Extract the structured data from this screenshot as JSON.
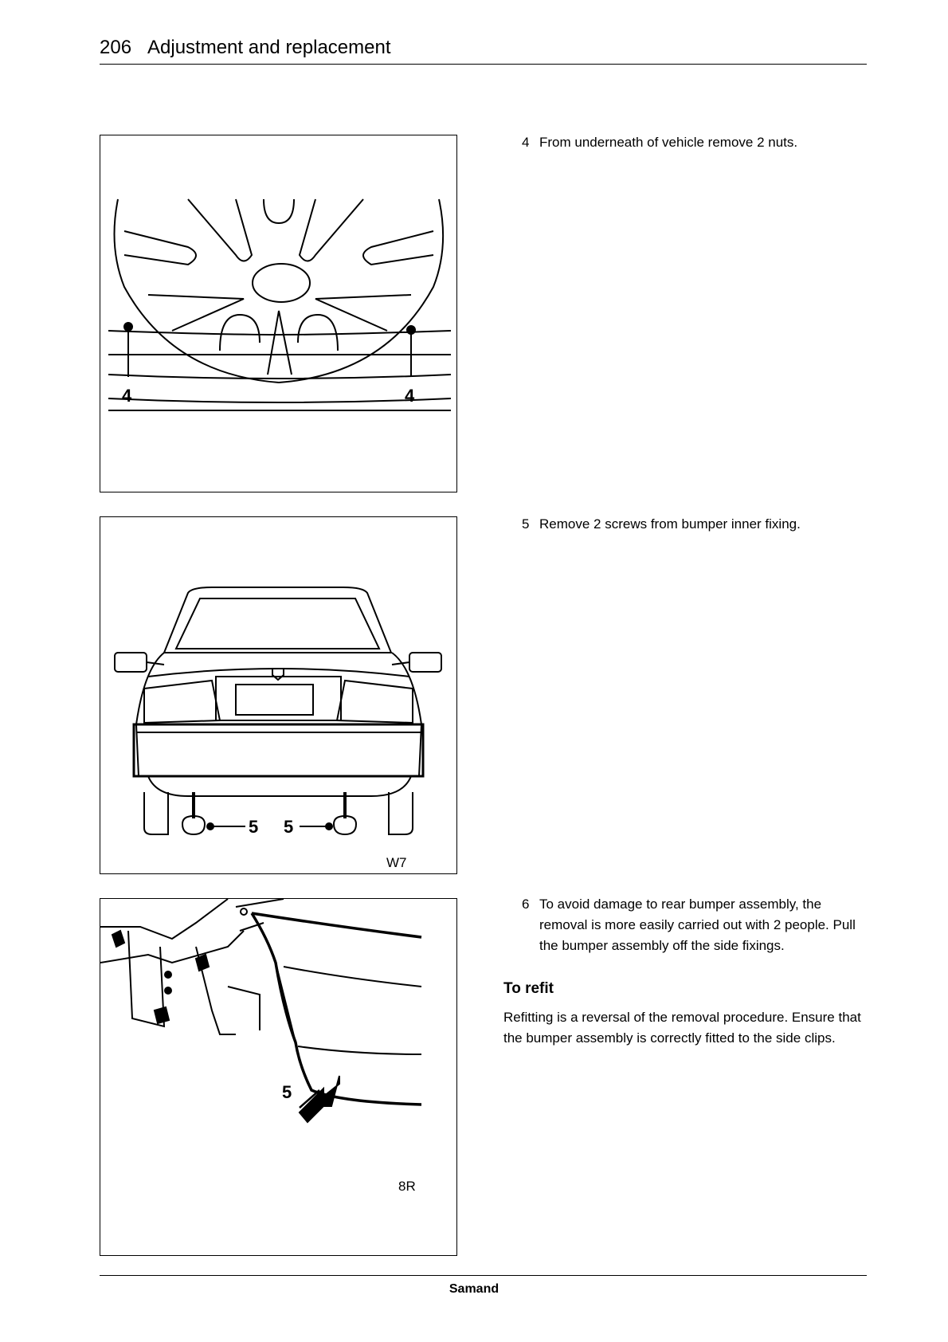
{
  "header": {
    "page_number": "206",
    "title": "Adjustment and replacement"
  },
  "figures": [
    {
      "callouts": [
        "4",
        "4"
      ],
      "code": ""
    },
    {
      "callouts": [
        "5",
        "5"
      ],
      "code": "W7"
    },
    {
      "callouts": [
        "5"
      ],
      "code": "8R"
    }
  ],
  "steps": [
    {
      "number": "4",
      "text": "From underneath of vehicle remove 2 nuts."
    },
    {
      "number": "5",
      "text": "Remove 2 screws from bumper inner fixing."
    },
    {
      "number": "6",
      "text": "To avoid damage to rear bumper assembly, the removal is more easily carried out with 2 people. Pull the bumper assembly off the side fixings."
    }
  ],
  "refit": {
    "heading": "To refit",
    "body": "Refitting is a reversal of the removal procedure. Ensure that the bumper assembly is correctly fitted to the side clips."
  },
  "footer": {
    "brand": "Samand"
  }
}
